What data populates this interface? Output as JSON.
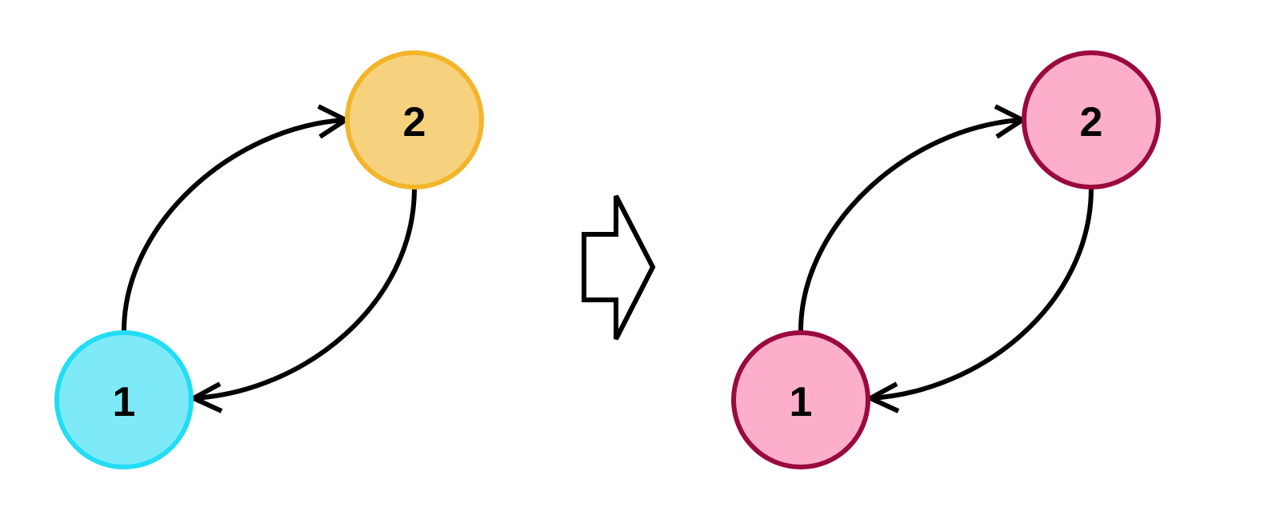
{
  "left_graph": {
    "nodes": [
      {
        "label": "1",
        "fill": "#7EEAF8",
        "stroke": "#22DDF6"
      },
      {
        "label": "2",
        "fill": "#F7D27E",
        "stroke": "#F3B52A"
      }
    ],
    "edges": [
      {
        "from": "1",
        "to": "2"
      },
      {
        "from": "2",
        "to": "1"
      }
    ]
  },
  "transform_arrow": {
    "icon": "hollow-right-arrow"
  },
  "right_graph": {
    "nodes": [
      {
        "label": "1",
        "fill": "#FDAECB",
        "stroke": "#9A0A3E"
      },
      {
        "label": "2",
        "fill": "#FDAECB",
        "stroke": "#9A0A3E"
      }
    ],
    "edges": [
      {
        "from": "1",
        "to": "2"
      },
      {
        "from": "2",
        "to": "1"
      }
    ]
  }
}
